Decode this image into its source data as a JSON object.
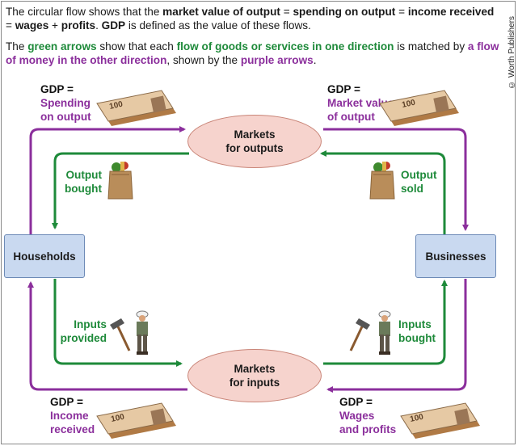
{
  "intro": {
    "p1_a": "The circular flow shows that the ",
    "p1_b": "market value of output",
    "p1_c": " = ",
    "p1_d": "spending on output",
    "p1_e": " = ",
    "p1_f": "income received",
    "p1_g": " = ",
    "p1_h": "wages",
    "p1_i": " + ",
    "p1_j": "profits",
    "p1_k": ". ",
    "p1_l": "GDP",
    "p1_m": " is defined as the value of these flows.",
    "p2_a": "The ",
    "p2_b": "green arrows",
    "p2_c": " show that each ",
    "p2_d": "flow of goods or services in one direction",
    "p2_e": " is matched by ",
    "p2_f": "a flow of money in the other direction",
    "p2_g": ", shown by the ",
    "p2_h": "purple arrows",
    "p2_i": "."
  },
  "credit": "© Worth Publishers",
  "nodes": {
    "households": "Households",
    "businesses": "Businesses",
    "markets_outputs_l1": "Markets",
    "markets_outputs_l2": "for outputs",
    "markets_inputs_l1": "Markets",
    "markets_inputs_l2": "for inputs"
  },
  "labels": {
    "gdp": "GDP =",
    "spending_l1": "Spending",
    "spending_l2": "on output",
    "market_value_l1": "Market value",
    "market_value_l2": "of output",
    "income_l1": "Income",
    "income_l2": "received",
    "wages_l1": "Wages",
    "wages_l2": "and profits",
    "output_bought_l1": "Output",
    "output_bought_l2": "bought",
    "output_sold_l1": "Output",
    "output_sold_l2": "sold",
    "inputs_provided_l1": "Inputs",
    "inputs_provided_l2": "provided",
    "inputs_bought_l1": "Inputs",
    "inputs_bought_l2": "bought"
  },
  "banknote_text": "100",
  "colors": {
    "money_flow": "#8b2f9c",
    "goods_flow": "#1e8a3a",
    "node_fill": "#c9d9f0",
    "market_fill": "#f6d3cd"
  },
  "icons": [
    "banknote-icon",
    "grocery-bag-icon",
    "hammer-icon",
    "worker-icon"
  ]
}
